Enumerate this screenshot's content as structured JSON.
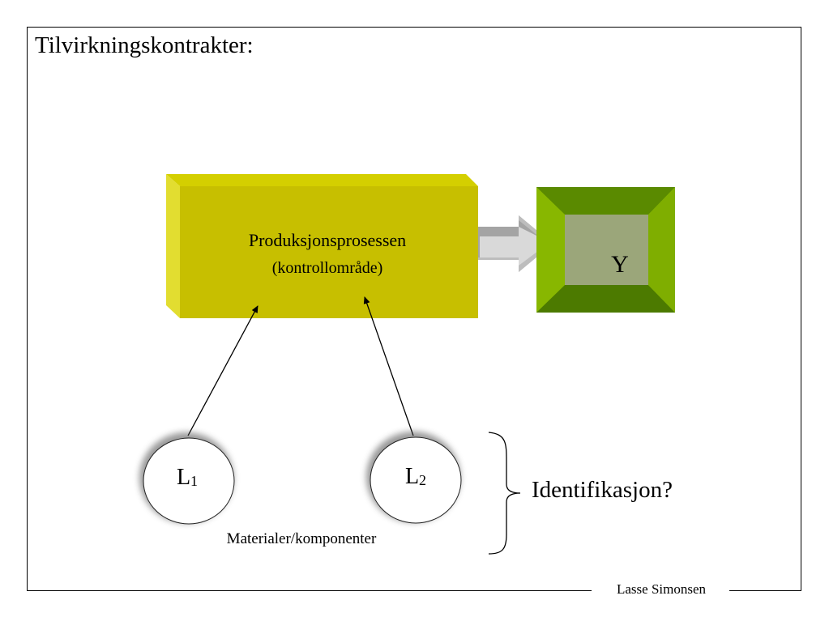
{
  "title": "Tilvirkningskontrakter:",
  "footer": "Lasse Simonsen",
  "process": {
    "label": "Produksjonsprosessen",
    "sublabel": "(kontrollområde)"
  },
  "output": {
    "label": "Y"
  },
  "inputs": [
    {
      "label": "L",
      "subscript": "1"
    },
    {
      "label": "L",
      "subscript": "2"
    }
  ],
  "inputs_caption": "Materialer/komponenter",
  "question": "Identifikasjon?",
  "colors": {
    "process_front": "#c8c000",
    "process_top": "#d6d200",
    "process_side": "#e0dc20",
    "cube_outer": "#7aa800",
    "cube_dark": "#4f7d00",
    "cube_inner": "#9caa7c",
    "arrow_fill": "#c8c8c8"
  }
}
